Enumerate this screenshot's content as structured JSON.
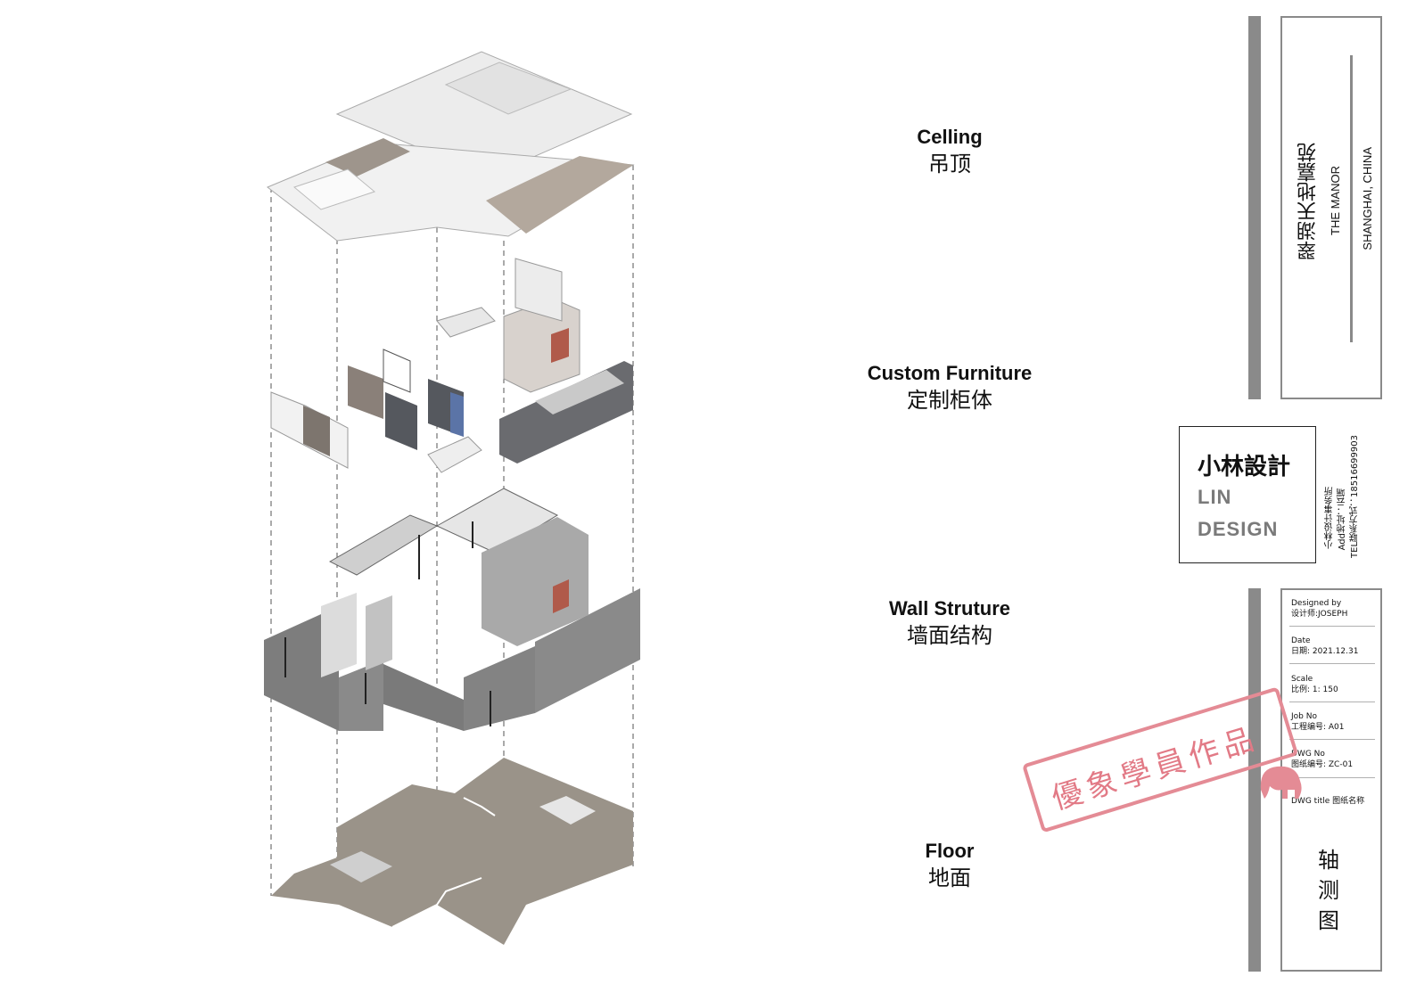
{
  "layers": [
    {
      "en": "Celling",
      "zh": "吊顶"
    },
    {
      "en": "Custom Furniture",
      "zh": "定制柜体"
    },
    {
      "en": "Wall Struture",
      "zh": "墙面结构"
    },
    {
      "en": "Floor",
      "zh": "地面"
    }
  ],
  "project": {
    "name_cn": "翠湖天地嘉苑",
    "name_en": "THE MANOR",
    "location": "SHANGHAI, CHINA"
  },
  "studio": {
    "logo_cn": "小林設計",
    "logo_en_1": "LIN",
    "logo_en_2": "DESIGN",
    "name": "小林设计事务所",
    "address": "Add地址：云端",
    "tel": "TEL联系方式：18516699903"
  },
  "info": {
    "designed_label": "Designed by",
    "designed_value": "设计师:JOSEPH",
    "date_label": "Date",
    "date_value": "日期: 2021.12.31",
    "scale_label": "Scale",
    "scale_value": "比例: 1:   150",
    "job_label": "Job No",
    "job_value": "工程编号: A01",
    "dwg_label": "DWG No",
    "dwg_value": "图纸编号: ZC-01",
    "title_label": "DWG title  图纸名称",
    "title_value": [
      "轴",
      "测",
      "图"
    ]
  },
  "watermark": "優象學員作品",
  "colors": {
    "floor": "#9a9389",
    "wall": "#7d7d7d",
    "ceiling": "#ececec",
    "frame": "#8a8a8a",
    "stamp": "#e27a86"
  }
}
